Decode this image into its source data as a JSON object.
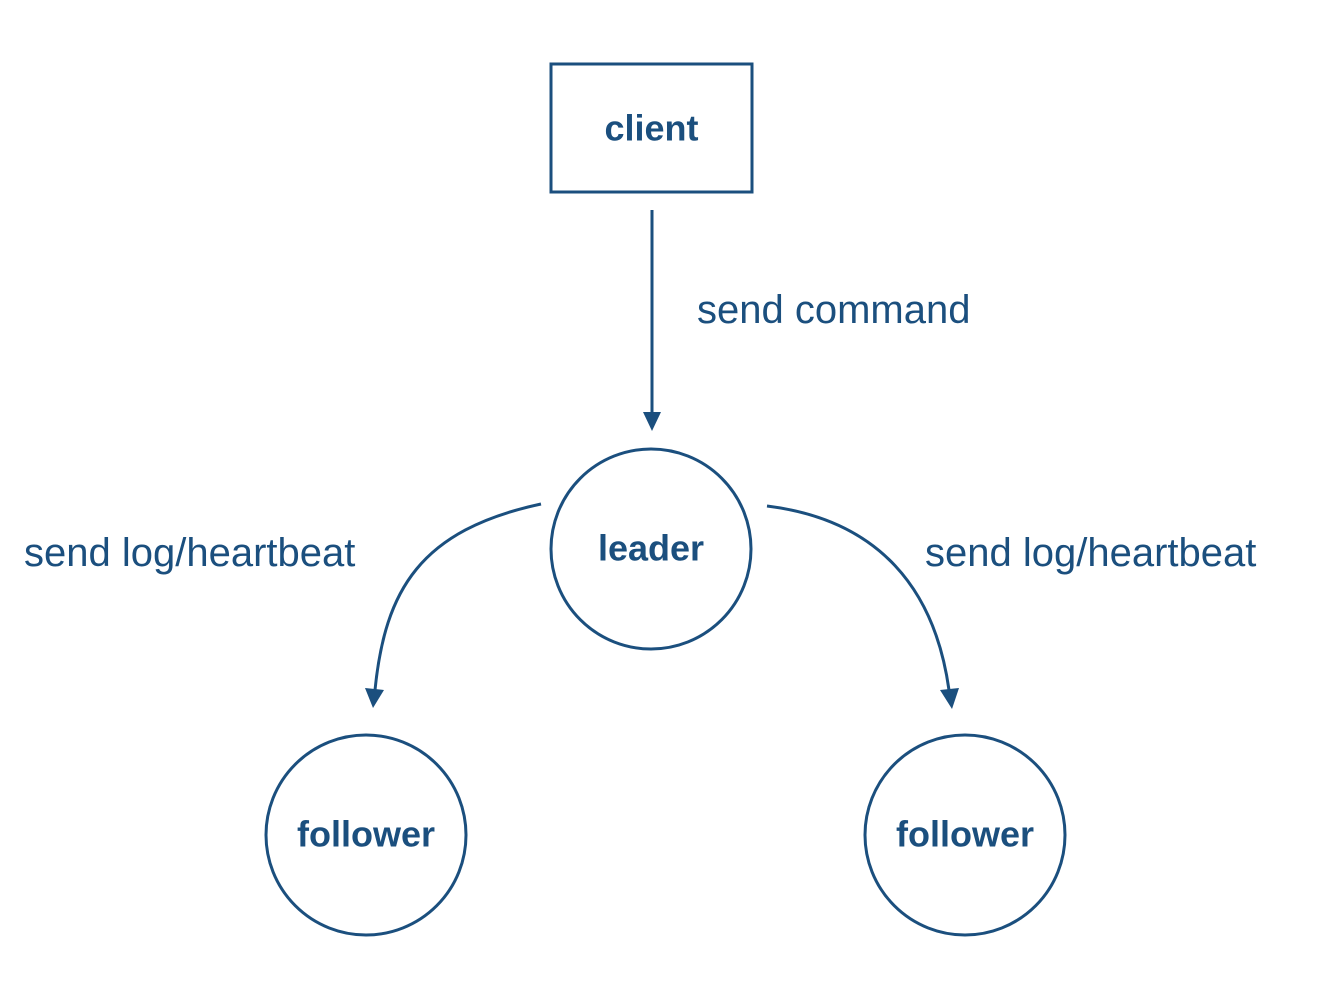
{
  "diagram": {
    "colors": {
      "stroke": "#1b4f7e",
      "text": "#1b4f7e",
      "background": "#ffffff"
    },
    "nodes": {
      "client": {
        "label": "client",
        "shape": "rectangle"
      },
      "leader": {
        "label": "leader",
        "shape": "circle"
      },
      "follower_left": {
        "label": "follower",
        "shape": "circle"
      },
      "follower_right": {
        "label": "follower",
        "shape": "circle"
      }
    },
    "edges": {
      "client_to_leader": {
        "label": "send command",
        "from": "client",
        "to": "leader"
      },
      "leader_to_follower_left": {
        "label": "send log/heartbeat",
        "from": "leader",
        "to": "follower_left"
      },
      "leader_to_follower_right": {
        "label": "send log/heartbeat",
        "from": "leader",
        "to": "follower_right"
      }
    }
  }
}
